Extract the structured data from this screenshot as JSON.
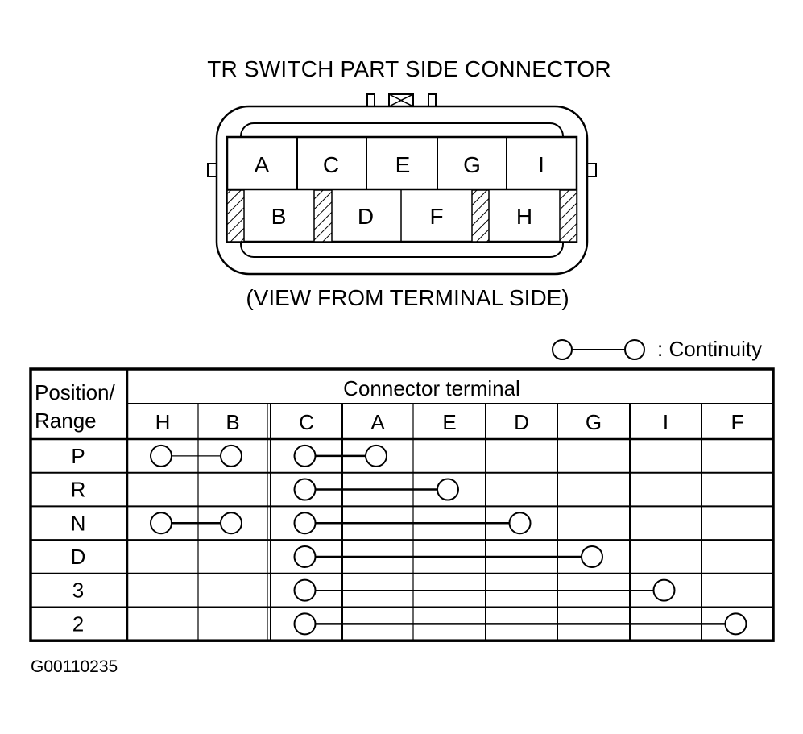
{
  "title": "TR SWITCH PART SIDE CONNECTOR",
  "view_caption": "(VIEW FROM TERMINAL SIDE)",
  "connector": {
    "top_row": [
      "A",
      "C",
      "E",
      "G",
      "I"
    ],
    "bottom_row": [
      "B",
      "D",
      "F",
      "H"
    ]
  },
  "legend": {
    "symbol": "circle-line-circle",
    "label": ": Continuity"
  },
  "table": {
    "corner_header_line1": "Position/",
    "corner_header_line2": "Range",
    "group_header": "Connector terminal",
    "columns": [
      "H",
      "B",
      "C",
      "A",
      "E",
      "D",
      "G",
      "I",
      "F"
    ],
    "rows": [
      {
        "position": "P",
        "continuity": [
          [
            "H",
            "B"
          ],
          [
            "C",
            "A"
          ]
        ]
      },
      {
        "position": "R",
        "continuity": [
          [
            "C",
            "E"
          ]
        ]
      },
      {
        "position": "N",
        "continuity": [
          [
            "H",
            "B"
          ],
          [
            "C",
            "D"
          ]
        ]
      },
      {
        "position": "D",
        "continuity": [
          [
            "C",
            "G"
          ]
        ]
      },
      {
        "position": "3",
        "continuity": [
          [
            "C",
            "I"
          ]
        ]
      },
      {
        "position": "2",
        "continuity": [
          [
            "C",
            "F"
          ]
        ]
      }
    ]
  },
  "figure_id": "G00110235"
}
